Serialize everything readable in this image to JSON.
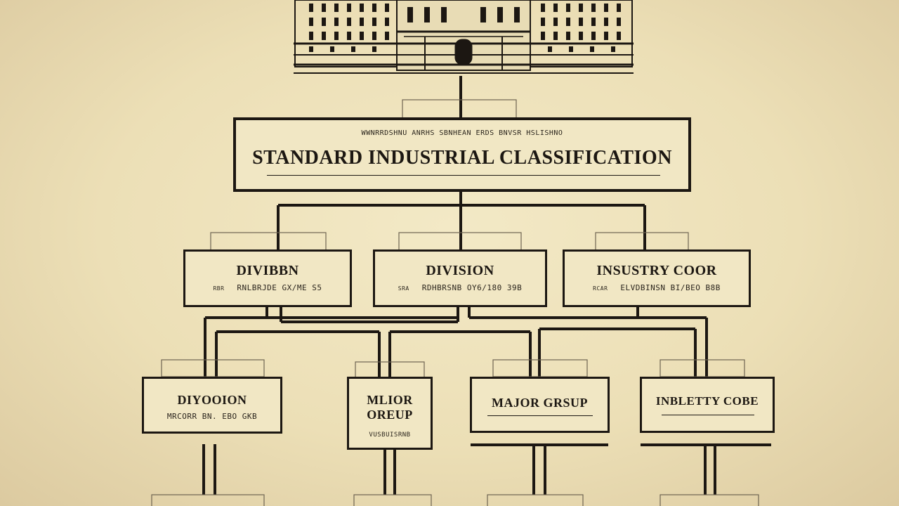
{
  "header": {
    "subtitle": "WWNRRDSHNU ANRHS SBNHEAN ERDS BNVSR HSLISHNO",
    "title": "STANDARD INDUSTRIAL CLASSIFICATION"
  },
  "level2": [
    {
      "title": "DIVIBBN",
      "code_prefix": "RBR",
      "code": "RNLBRJDE GX/ME S5"
    },
    {
      "title": "DIVISION",
      "code_prefix": "SRA",
      "code": "RDHBRSNB OY6/180 39B"
    },
    {
      "title": "INSUSTRY COOR",
      "code_prefix": "RCAR",
      "code": "ELVDBINSN BI/BEO B8B"
    }
  ],
  "level3": [
    {
      "title": "DIYOOION",
      "code": "MRCORR  BN. EBO GKB"
    },
    {
      "title": "MLIOR\nOREUP",
      "code": "VUSBUISRNB"
    },
    {
      "title": "MAJOR GRSUP",
      "code": ""
    },
    {
      "title": "INBLETTY COBE",
      "code": ""
    }
  ],
  "colors": {
    "ink": "#1c1712",
    "paper": "#f1e7c4",
    "background": "#ecdfb6"
  }
}
